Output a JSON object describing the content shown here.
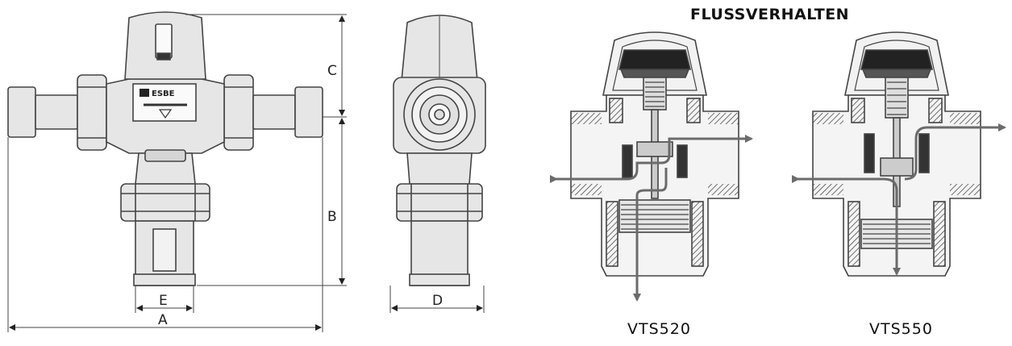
{
  "title": "FLUSSVERHALTEN",
  "brand": "ESBE",
  "dimensions": {
    "a": "A",
    "b": "B",
    "c": "C",
    "d": "D",
    "e": "E"
  },
  "models": {
    "left": "VTS520",
    "right": "VTS550"
  },
  "colors": {
    "line": "#555555",
    "fill": "#e6e6e6",
    "flow": "#6b6b6b",
    "dark": "#333333"
  }
}
